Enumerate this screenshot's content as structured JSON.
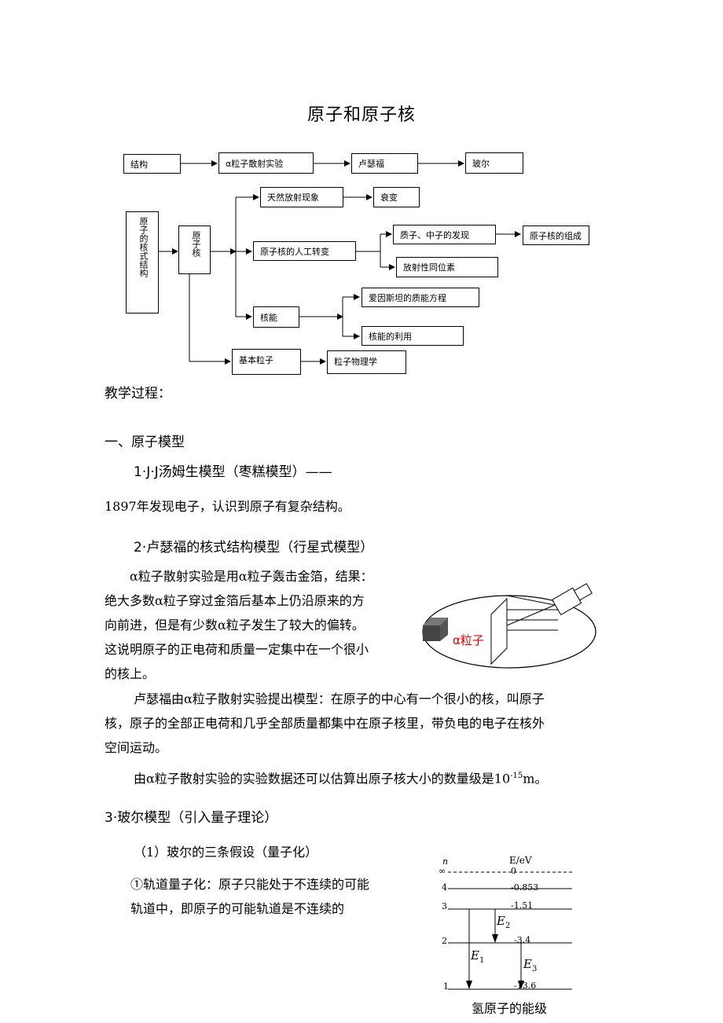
{
  "title": "原子和原子核",
  "flow": {
    "jiegou": "结构",
    "alpha_exp": "α粒子散射实验",
    "rutherford": "卢瑟福",
    "bohr": "玻尔",
    "atom_struct": "原子的核式结构",
    "nucleus": "原子核",
    "natural_decay": "天然放射现象",
    "decay": "衰变",
    "artificial": "原子核的人工转变",
    "discovery": "质子、中子的发现",
    "composition": "原子核的组成",
    "isotopes": "放射性同位素",
    "nuclear_energy": "核能",
    "einstein": "爱因斯坦的质能方程",
    "energy_use": "核能的利用",
    "elementary": "基本粒子",
    "particle_physics": "粒子物理学"
  },
  "teaching": "教学过程：",
  "sec1": "一、原子模型",
  "h1": "1·J·J汤姆生模型（枣糕模型）——",
  "p1": "1897年发现电子，认识到原子有复杂结构。",
  "h2": "2·卢瑟福的核式结构模型（行星式模型）",
  "p2_lines": [
    "α粒子散射实验是用α粒子轰击金箔，结果：",
    "绝大多数α粒子穿过金箔后基本上仍沿原来的方",
    "向前进，但是有少数α粒子发生了较大的偏转。",
    "这说明原子的正电荷和质量一定集中在一个很小",
    "的核上。"
  ],
  "alpha_label": "α粒子",
  "p3_lines": [
    "卢瑟福由α粒子散射实验提出模型：在原子的中心有一个很小的核，叫原子",
    "核，原子的全部正电荷和几乎全部质量都集中在原子核里，带负电的电子在核外",
    "空间运动。"
  ],
  "p4_main": "由α粒子散射实验的实验数据还可以估算出原子核大小的数量级是10",
  "p4_exp": "-15",
  "p4_unit": "m。",
  "h3": "3·玻尔模型（引入量子理论）",
  "sub1": "（1）玻尔的三条假设（量子化）",
  "circ": "①",
  "p5_line1": "轨道量子化：原子只能处于不连续的可能",
  "p5_line2": "轨道中，即原子的可能轨道是不连续的",
  "energy": {
    "n_label": "n",
    "e_label": "E/eV",
    "levels": [
      {
        "n": "∞",
        "e": "0"
      },
      {
        "n": "4",
        "e": "-0.853"
      },
      {
        "n": "3",
        "e": "-1.51"
      },
      {
        "n": "2",
        "e": "-3.4"
      },
      {
        "n": "1",
        "e": "-13.6"
      }
    ],
    "E1": "E",
    "E1_sub": "1",
    "E2": "E",
    "E2_sub": "2",
    "E3": "E",
    "E3_sub": "3",
    "caption": "氢原子的能级"
  }
}
